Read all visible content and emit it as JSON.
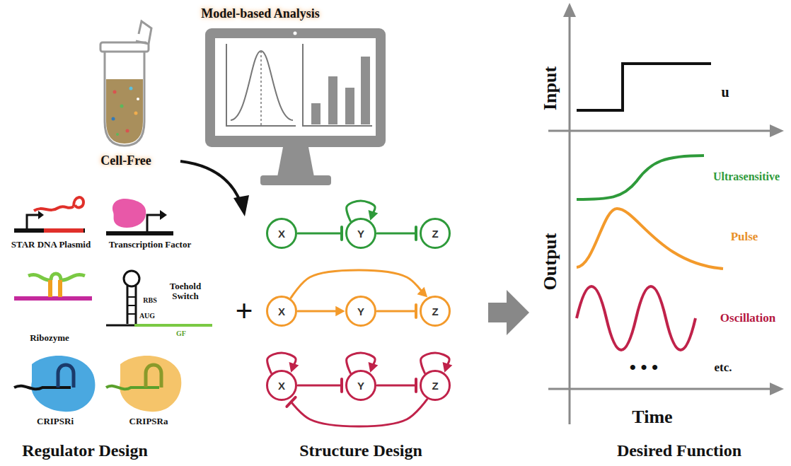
{
  "diagram": {
    "nodes": [
      {
        "text": [
          "X"
        ]
      },
      {
        "text": [
          "Y"
        ]
      },
      {
        "text": [
          "Z"
        ]
      },
      {
        "text": [
          "X"
        ]
      },
      {
        "text": [
          "Y"
        ]
      },
      {
        "text": [
          "Z"
        ]
      },
      {
        "text": [
          "X"
        ]
      },
      {
        "text": [
          "Y"
        ]
      },
      {
        "text": [
          "Z"
        ]
      }
    ],
    "edges": [
      {
        "from": 0,
        "to": 1,
        "arrow": "to"
      },
      {
        "from": 1,
        "to": 1,
        "arrow": "to"
      },
      {
        "from": 1,
        "to": 2,
        "arrow": "to"
      },
      {
        "from": 3,
        "to": 4,
        "arrow": "to"
      },
      {
        "from": 4,
        "to": 5,
        "arrow": "to"
      },
      {
        "from": 3,
        "to": 5,
        "arrow": "to"
      },
      {
        "from": 6,
        "to": 6,
        "arrow": "to"
      },
      {
        "from": 7,
        "to": 7,
        "arrow": "to"
      },
      {
        "from": 8,
        "to": 8,
        "arrow": "to"
      },
      {
        "from": 6,
        "to": 7,
        "arrow": "to"
      },
      {
        "from": 7,
        "to": 8,
        "arrow": "to"
      },
      {
        "from": 8,
        "to": 6,
        "arrow": "to"
      }
    ],
    "labels": [
      "Model-based Analysis",
      "Cell-Free",
      "STAR DNA Plasmid",
      "Transcription Factor",
      "Ribozyme",
      "RBS",
      "AUG",
      "Toehold Switch",
      "GF",
      "CRIPSRi",
      "CRIPSRa",
      "+",
      "Input",
      "u",
      "Ultrasensitive",
      "Pulse",
      "Output",
      "Oscillation",
      "• • •",
      "etc.",
      "Time",
      "Regulator Design",
      "Structure Design",
      "Desired Function"
    ]
  }
}
